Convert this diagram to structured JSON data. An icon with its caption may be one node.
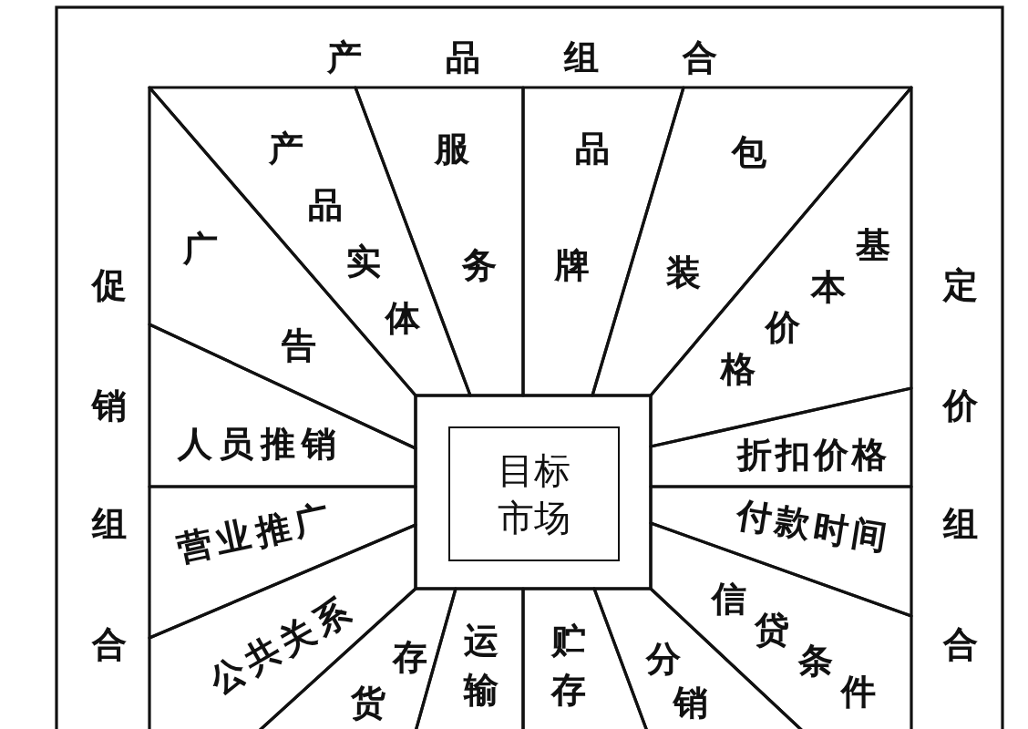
{
  "diagram": {
    "nodes": [
      {
        "text": [
          "产品实体"
        ]
      },
      {
        "text": [
          "服务"
        ]
      },
      {
        "text": [
          "品牌"
        ]
      },
      {
        "text": [
          "包装"
        ]
      },
      {
        "text": [
          "基本价格"
        ]
      },
      {
        "text": [
          "折扣价格"
        ]
      },
      {
        "text": [
          "付款时间"
        ]
      },
      {
        "text": [
          "信贷条件"
        ]
      },
      {
        "text": [
          "分销"
        ]
      },
      {
        "text": [
          "贮存"
        ]
      },
      {
        "text": [
          "运输"
        ]
      },
      {
        "text": [
          "存货"
        ]
      },
      {
        "text": [
          "公共关系"
        ]
      },
      {
        "text": [
          "营业推广"
        ]
      },
      {
        "text": [
          "人员推销"
        ]
      },
      {
        "text": [
          "广告"
        ]
      },
      {
        "text": [
          "目标市场"
        ]
      }
    ],
    "labels": [
      "产品组合",
      "促销组合",
      "定价组合"
    ]
  }
}
